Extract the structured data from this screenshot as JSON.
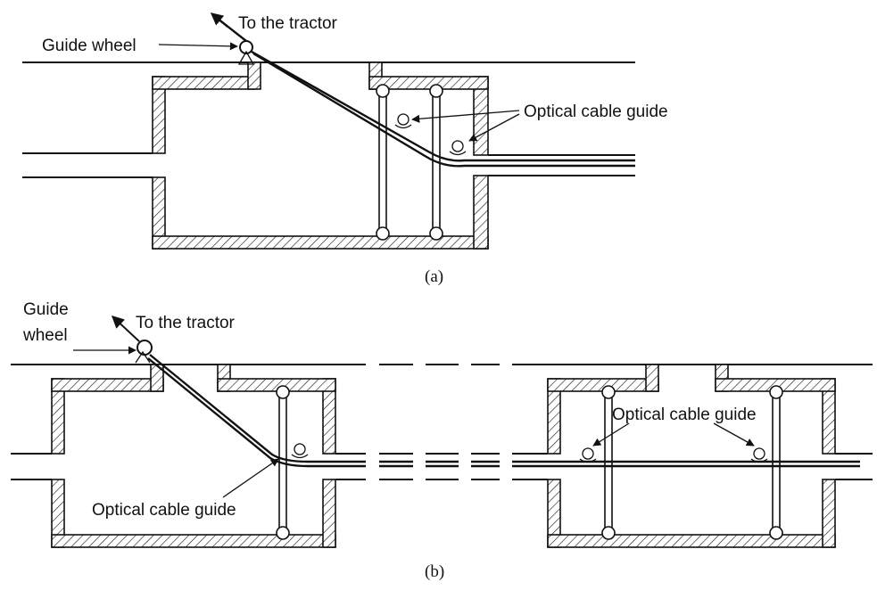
{
  "figure_a": {
    "caption": "(a)",
    "labels": {
      "to_tractor": "To the tractor",
      "guide_wheel": "Guide wheel",
      "optical_cable_guide": "Optical cable guide"
    }
  },
  "figure_b": {
    "caption": "(b)",
    "labels": {
      "to_tractor": "To the tractor",
      "guide_wheel_line1": "Guide",
      "guide_wheel_line2": "wheel",
      "optical_cable_guide_left": "Optical cable guide",
      "optical_cable_guide_right": "Optical cable guide"
    }
  }
}
